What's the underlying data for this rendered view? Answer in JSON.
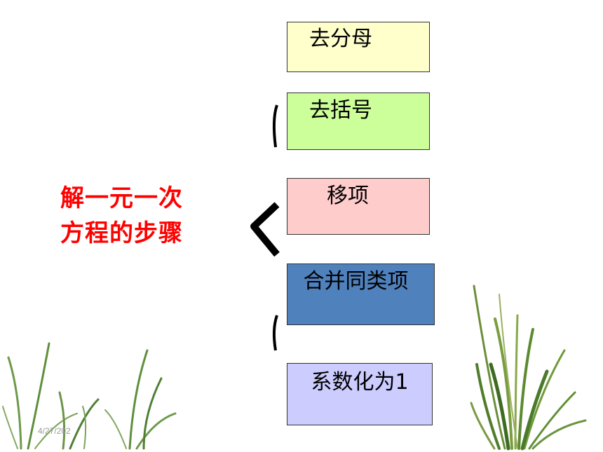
{
  "title": {
    "line1": "解一元一次",
    "line2": "方程的步骤",
    "color": "#ff0000"
  },
  "steps": [
    {
      "label": "去分母",
      "color": "#ffffcc"
    },
    {
      "label": "去括号",
      "color": "#ccff99"
    },
    {
      "label": "移项",
      "color": "#ffcccc"
    },
    {
      "label": "合并同类项",
      "color": "#4f81bd"
    },
    {
      "label": "系数化为1",
      "color": "#ccccff"
    }
  ],
  "footer": {
    "date": "4/27/202"
  },
  "icons": [
    "left-brace-icon",
    "grass-clump-icon"
  ]
}
